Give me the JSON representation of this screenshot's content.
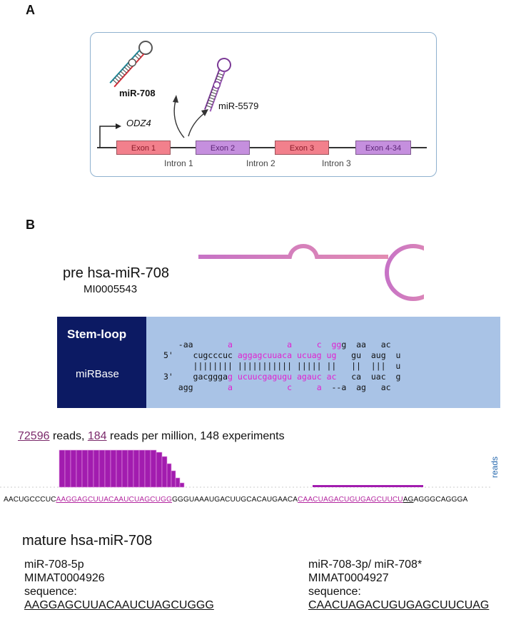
{
  "panel_a": {
    "letter": "A",
    "mir708_label": "miR-708",
    "mir5579_label": "miR-5579",
    "gene_label": "ODZ4",
    "exons": [
      "Exon 1",
      "Exon 2",
      "Exon 3",
      "Exon 4-34"
    ],
    "introns": [
      "Intron 1",
      "Intron 2",
      "Intron 3"
    ]
  },
  "panel_b": {
    "letter": "B",
    "pre_title": "pre hsa-miR-708",
    "pre_id": "MI0005543",
    "stemloop_label": "Stem-loop",
    "mirbase_label": "miRBase",
    "reads": {
      "count": "72596",
      "count_suffix": " reads, ",
      "rpm": "184",
      "rpm_suffix": " reads per million, 148 experiments",
      "axis_label": "reads"
    },
    "sequence": {
      "pre": "AACUGCCCUC",
      "mature5p": "AAGGAGCUUACAAUCUAGCUGG",
      "mid": "GGGUAAAUGACUUGCACAUGAACA",
      "mature3p": "CAACUAGACUGUGAGCUUCU",
      "tail_underlined": "AG",
      "post": "AGGGCAGGGA"
    },
    "mature_title": "mature hsa-miR-708",
    "mature_5p": {
      "name": "miR-708-5p",
      "id": "MIMAT0004926",
      "seq_label": "sequence:",
      "seq": "AAGGAGCUUACAAUCUAGCUGGG"
    },
    "mature_3p": {
      "name": "miR-708-3p/ miR-708*",
      "id": "MIMAT0004927",
      "seq_label": "sequence:",
      "seq": "CAACUAGACUGUGAGCUUCUAG"
    }
  },
  "colors": {
    "mature_highlight": "#e020d0",
    "reads_bar": "#a21caf",
    "stemloop_dark": "#0c1a63",
    "stemloop_light": "#a9c3e6"
  }
}
